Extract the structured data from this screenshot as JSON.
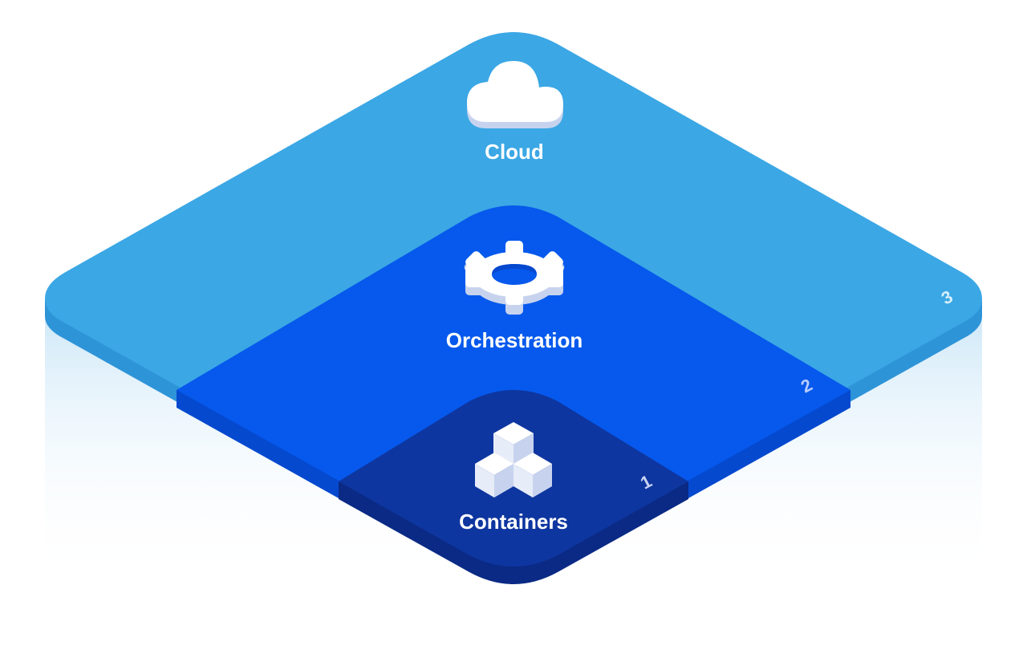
{
  "layers": [
    {
      "id": "cloud",
      "label": "Cloud",
      "number": "3",
      "icon": "cloud-icon",
      "top_color": "#3BA7E5",
      "side_color": "#2E94D8"
    },
    {
      "id": "orchestration",
      "label": "Orchestration",
      "number": "2",
      "icon": "gear-icon",
      "top_color": "#0659EC",
      "side_color": "#0549CF"
    },
    {
      "id": "containers",
      "label": "Containers",
      "number": "1",
      "icon": "cubes-icon",
      "top_color": "#0E36A0",
      "side_color": "#0A2A85"
    }
  ],
  "colors": {
    "shadow_gradient_top": "#CFE8F8",
    "shadow_gradient_bottom": "#FFFFFF",
    "icon_fill": "#FFFFFF",
    "icon_shade": "#C7D3EE",
    "number_color_cloud": "#D6EEFB",
    "number_color_orchestration": "#B8CCFF",
    "number_color_containers": "#C9D4F2"
  }
}
